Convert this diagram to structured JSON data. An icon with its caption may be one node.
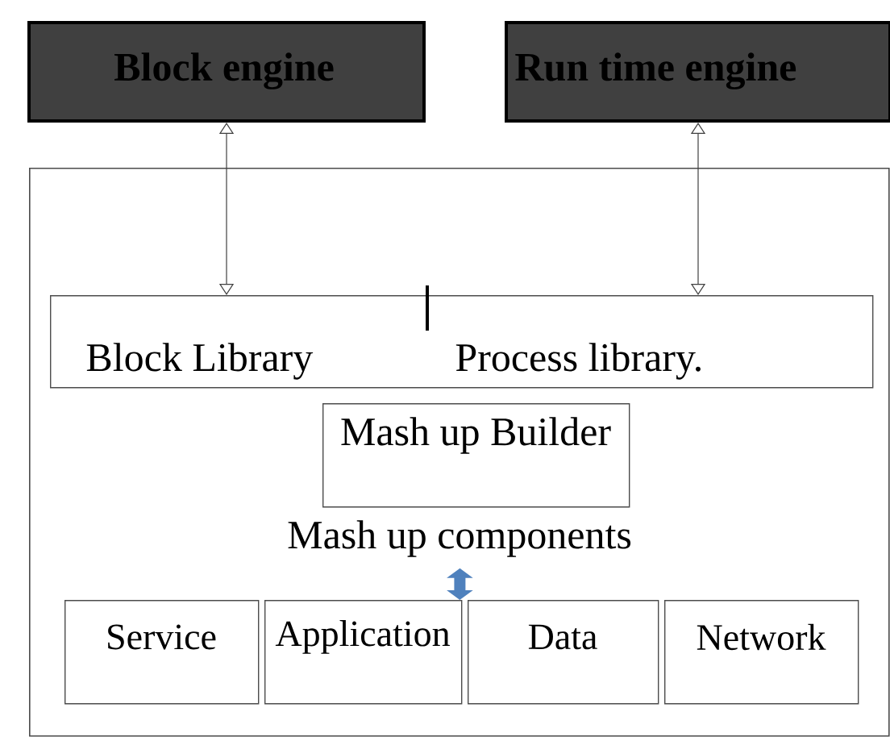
{
  "diagram": {
    "nodes": [
      {
        "text": [
          "Block engine"
        ]
      },
      {
        "text": [
          "Run time engine"
        ]
      },
      {
        "text": [],
        "shape": "box"
      },
      {
        "text": [
          "Block Library",
          "Process library."
        ],
        "in": 2
      },
      {
        "text": [
          "Mash up Builder"
        ],
        "in": 2
      },
      {
        "text": [
          "Mash up components"
        ],
        "in": 2
      },
      {
        "text": [
          "Service"
        ],
        "in": 2
      },
      {
        "text": [
          "Application"
        ],
        "in": 2
      },
      {
        "text": [
          "Data"
        ],
        "in": 2
      },
      {
        "text": [
          "Network"
        ],
        "in": 2
      }
    ],
    "edges": [
      {
        "from": 0,
        "to": 3,
        "arrow": "both"
      },
      {
        "from": 1,
        "to": 3,
        "arrow": "both"
      },
      {
        "from": 5,
        "to": 8,
        "arrow": "both",
        "style": "thick",
        "color": "#4f81bd"
      }
    ]
  }
}
